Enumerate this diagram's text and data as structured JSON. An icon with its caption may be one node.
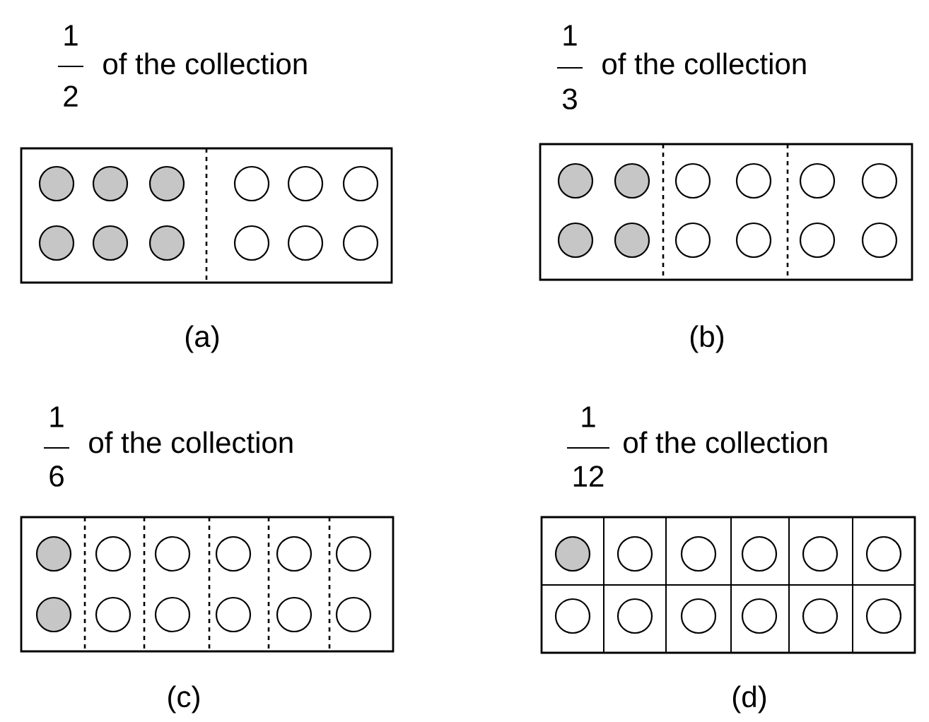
{
  "diagram": {
    "labels": [
      "1",
      "2",
      "of the collection",
      "(a)",
      "1",
      "3",
      "of the collection",
      "(b)",
      "1",
      "6",
      "of the collection",
      "(c)",
      "1",
      "12",
      "of the collection",
      "(d)"
    ]
  }
}
